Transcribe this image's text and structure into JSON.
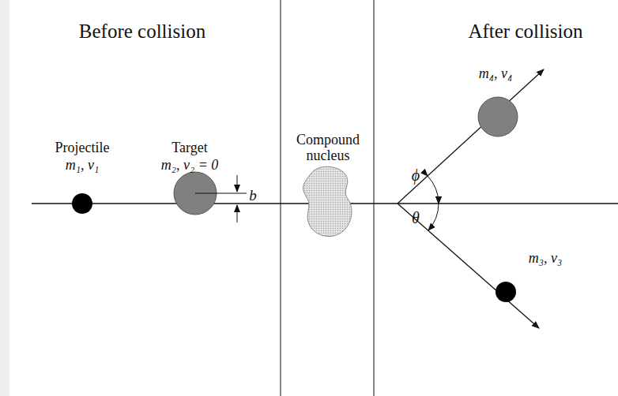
{
  "diagram": {
    "labels": [
      "Before collision",
      "After collision",
      "Projectile",
      "m₁, v₁",
      "Target",
      "m₂, v₂ = 0",
      "b",
      "Compound nucleus",
      "m₄, v₄",
      "m₃, v₃",
      "ϕ",
      "θ"
    ]
  }
}
